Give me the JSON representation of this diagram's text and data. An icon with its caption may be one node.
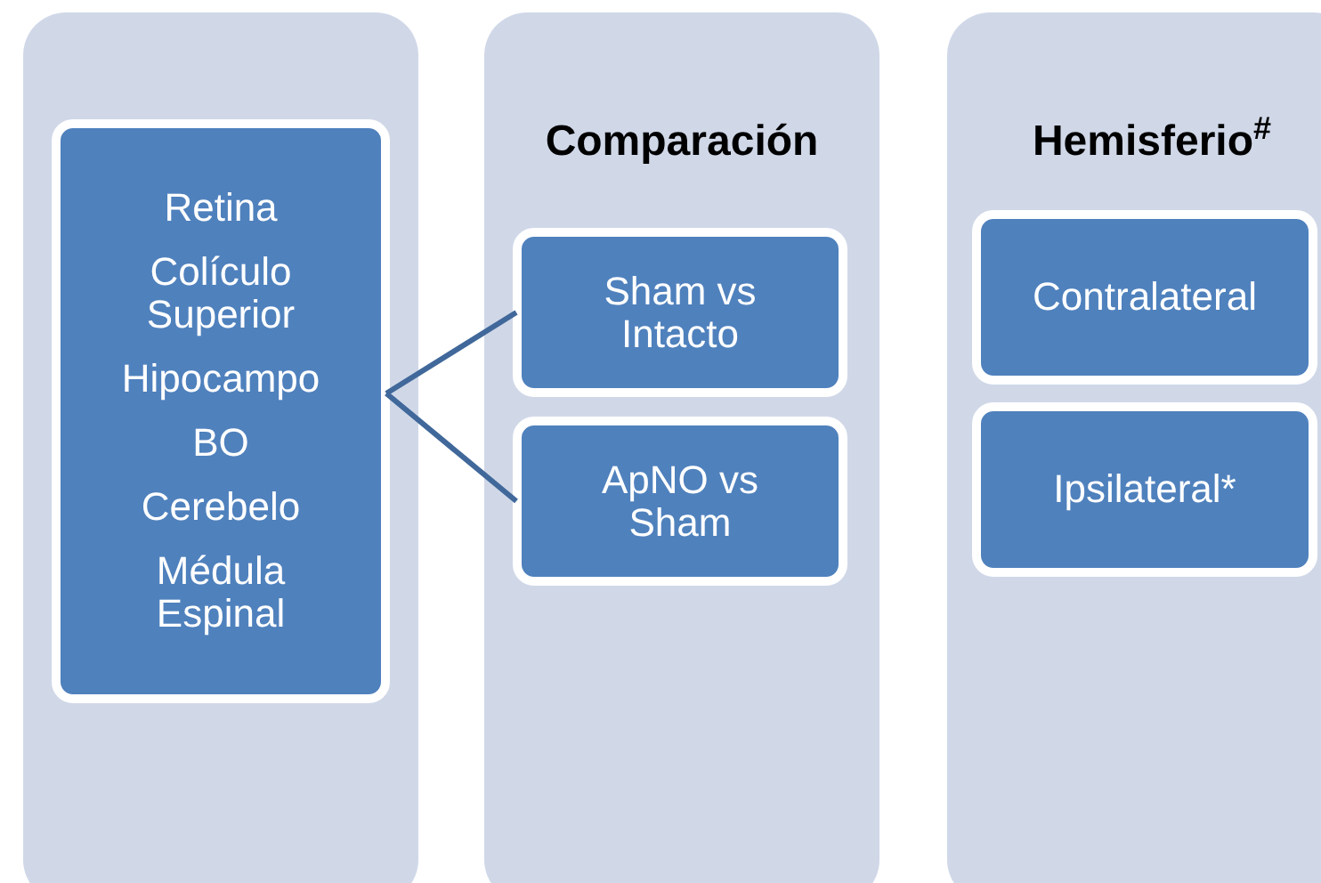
{
  "diagram": {
    "nodes": [
      {
        "text": [],
        "shape": "box"
      },
      {
        "text": [
          "Retina",
          "Colículo Superior",
          "Hipocampo",
          "BO",
          "Cerebelo",
          "Médula Espinal"
        ],
        "in": 0
      },
      {
        "text": [
          "Comparación"
        ]
      },
      {
        "text": [
          "Sham vs Intacto"
        ],
        "in": 2
      },
      {
        "text": [
          "ApNO vs Sham"
        ],
        "in": 2
      },
      {
        "text": [
          "Hemisferio$^{#}$"
        ]
      },
      {
        "text": [
          "Contralateral"
        ],
        "in": 5
      },
      {
        "text": [
          "Ipsilateral*"
        ],
        "in": 5
      }
    ],
    "edges": [
      {
        "from": 1,
        "to": 3,
        "arrow": "none"
      },
      {
        "from": 1,
        "to": 4,
        "arrow": "none"
      }
    ]
  }
}
